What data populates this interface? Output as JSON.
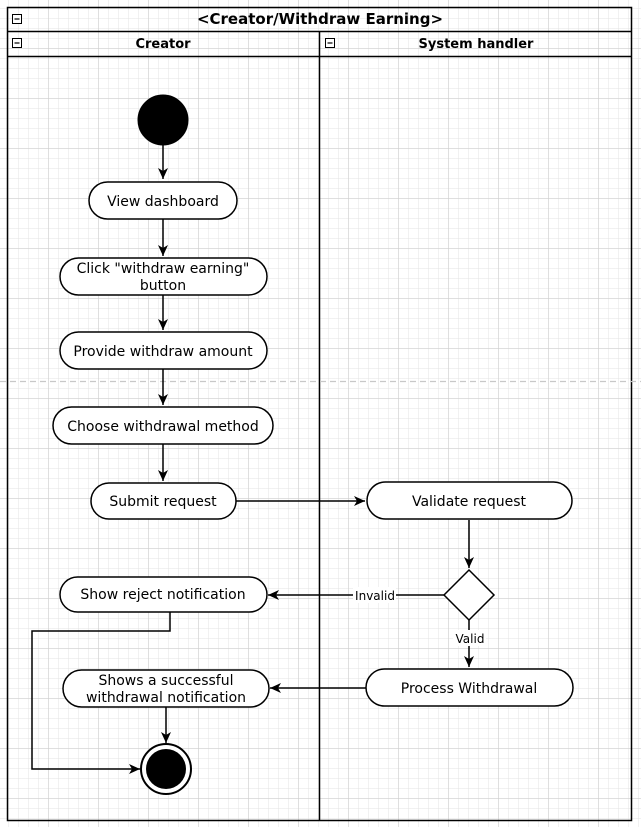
{
  "title": "<Creator/Withdraw Earning>",
  "lanes": [
    {
      "id": "creator",
      "label": "Creator"
    },
    {
      "id": "system",
      "label": "System handler"
    }
  ],
  "nodes": {
    "view_dashboard": "View dashboard",
    "click_withdraw": [
      "Click \"withdraw earning\"",
      "button"
    ],
    "provide_amount": "Provide withdraw amount",
    "choose_method": "Choose withdrawal method",
    "submit_request": "Submit request",
    "show_reject": "Show reject notification",
    "show_success": [
      "Shows a successful",
      "withdrawal notification"
    ],
    "validate_request": "Validate request",
    "process_withdrawal": "Process Withdrawal"
  },
  "edge_labels": {
    "invalid": "Invalid",
    "valid": "Valid"
  },
  "colors": {
    "stroke": "#000000",
    "node_fill": "#ffffff",
    "start_fill": "#000000",
    "separator": "#c8c8c8"
  }
}
